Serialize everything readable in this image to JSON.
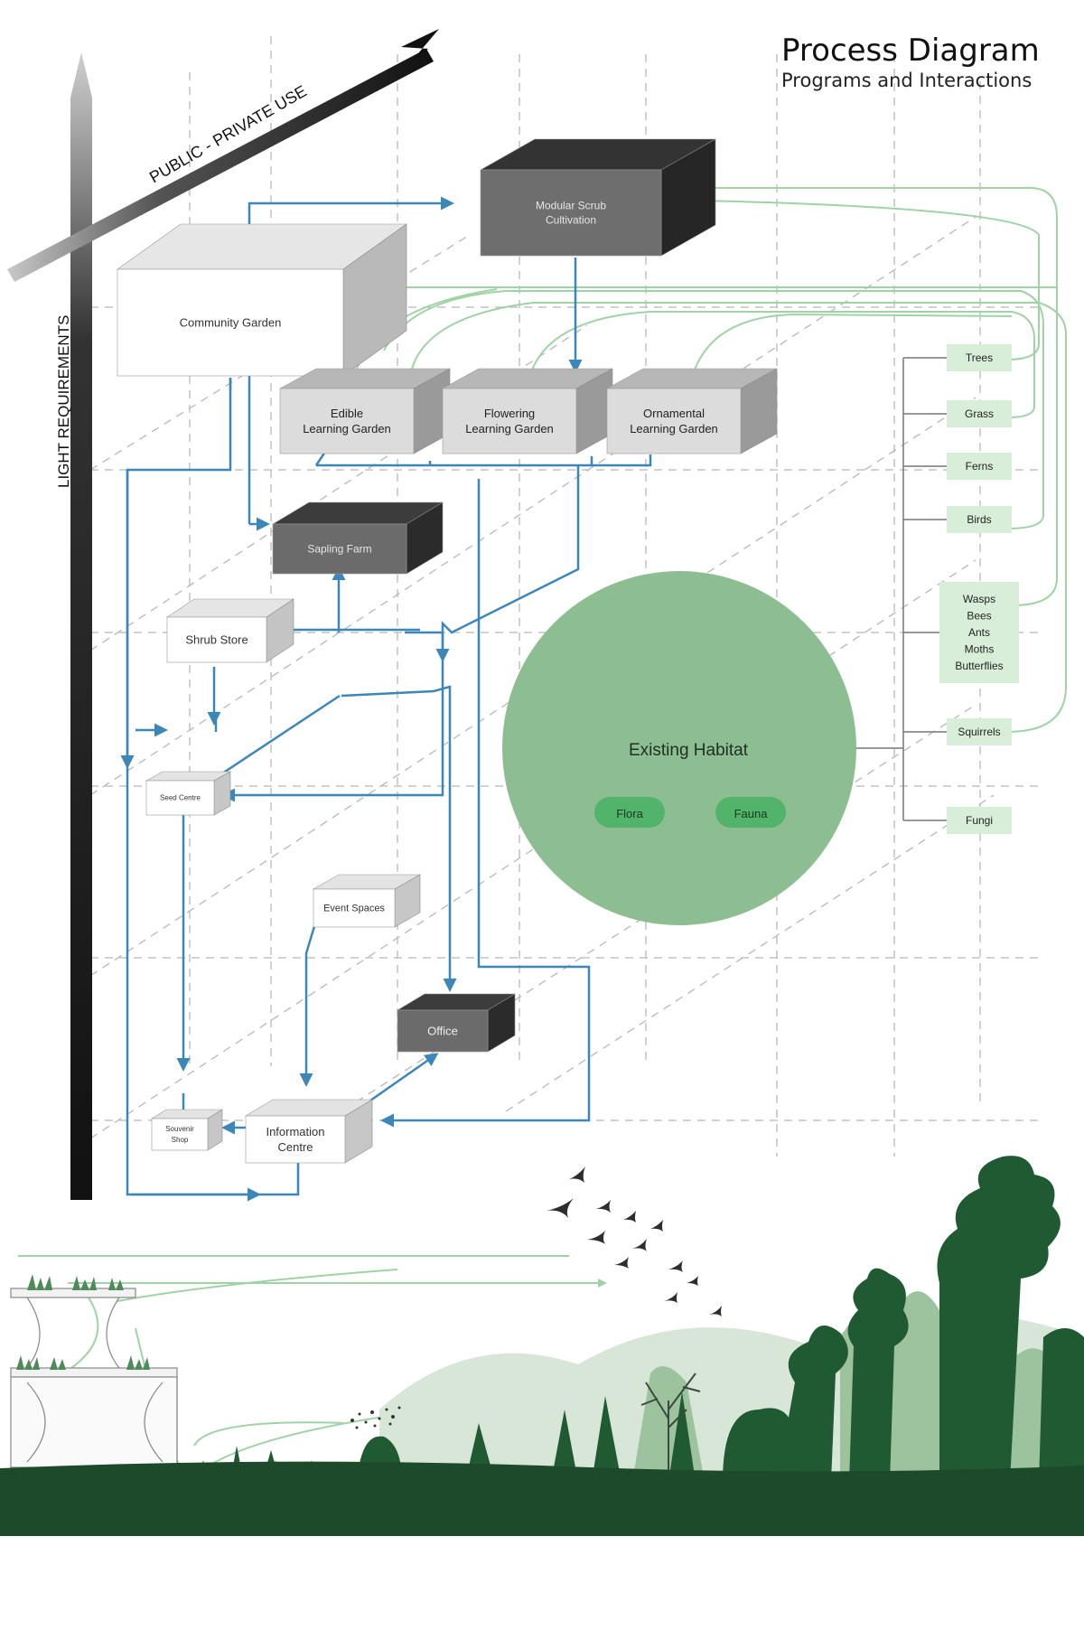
{
  "header": {
    "title": "Process Diagram",
    "subtitle": "Programs and Interactions"
  },
  "axes": {
    "horizontal_label": "PUBLIC - PRIVATE USE",
    "vertical_label": "LIGHT REQUIREMENTS"
  },
  "programs": {
    "modular_scrub": [
      "Modular Scrub",
      "Cultivation"
    ],
    "community_garden": "Community Garden",
    "edible": [
      "Edible",
      "Learning Garden"
    ],
    "flowering": [
      "Flowering",
      "Learning Garden"
    ],
    "ornamental": [
      "Ornamental",
      "Learning Garden"
    ],
    "sapling_farm": "Sapling Farm",
    "shrub_store": "Shrub Store",
    "seed_centre": "Seed Centre",
    "event_spaces": "Event Spaces",
    "office": "Office",
    "information_centre": [
      "Information",
      "Centre"
    ],
    "souvenir_shop": [
      "Souvenir",
      "Shop"
    ]
  },
  "habitat": {
    "title": "Existing Habitat",
    "flora": "Flora",
    "fauna": "Fauna"
  },
  "species": [
    "Trees",
    "Grass",
    "Ferns",
    "Birds",
    [
      "Wasps",
      "Bees",
      "Ants",
      "Moths",
      "Butterflies"
    ],
    "Squirrels",
    "Fungi"
  ],
  "colors": {
    "flow_blue": "#3d86b8",
    "link_green": "#9fd3a5",
    "habitat_green": "#8dbe91",
    "species_tag": "#d9eed8",
    "ground": "#1c4a2a"
  }
}
